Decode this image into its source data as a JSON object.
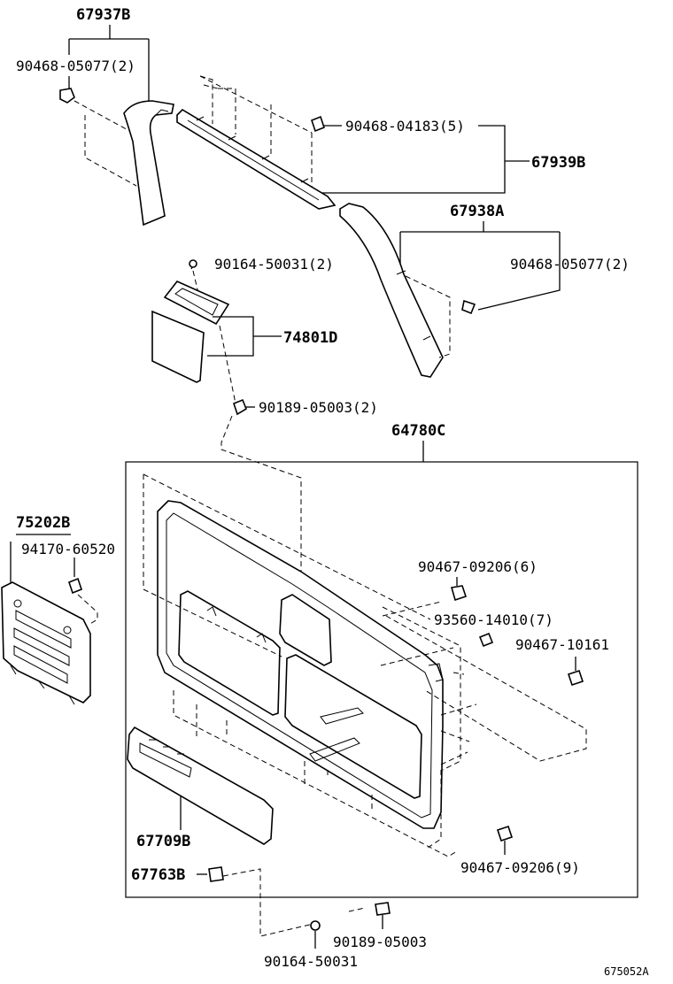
{
  "labels": {
    "p67937B": "67937B",
    "p90468_05077_a": "90468-05077(2)",
    "p90468_04183": "90468-04183(5)",
    "p67939B": "67939B",
    "p67938A": "67938A",
    "p90468_05077_b": "90468-05077(2)",
    "p90164_50031_a": "90164-50031(2)",
    "p74801D": "74801D",
    "p90189_05003_a": "90189-05003(2)",
    "p64780C": "64780C",
    "p75202B": "75202B",
    "p94170_60520": "94170-60520",
    "p90467_09206_a": "90467-09206(6)",
    "p93560_14010": "93560-14010(7)",
    "p90467_10161": "90467-10161",
    "p67709B": "67709B",
    "p90467_09206_b": "90467-09206(9)",
    "p67763B": "67763B",
    "p90189_05003_b": "90189-05003",
    "p90164_50031_b": "90164-50031",
    "drawing_no": "675052A"
  }
}
